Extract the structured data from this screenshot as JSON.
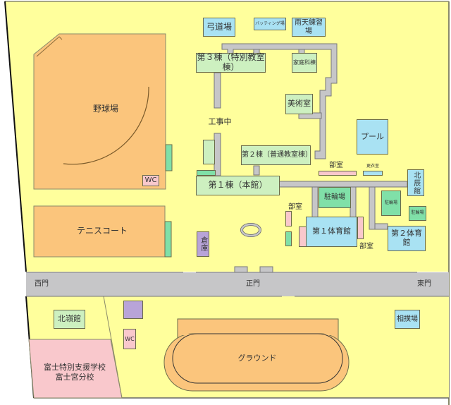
{
  "map": {
    "colors": {
      "grounds": "#ffff9c",
      "road": "#c6c6c8",
      "building_green": "#cdf0c0",
      "building_blue": "#a9e2f3",
      "club_room_pink": "#f9c8cc",
      "bike_parking_mint": "#80e0a8",
      "storage_purple": "#b8a4d8",
      "field_orange": "#fbc57c"
    },
    "buildings": {
      "kyudojo": "弓道場",
      "batting": "バッティング場",
      "rain_practice": "雨天練習場",
      "building3": "第３棟（特別教室棟）",
      "home_ec": "家庭科棟",
      "art_room": "美術室",
      "under_construction": "工事中",
      "building2": "第２棟（普通教室棟）",
      "building1": "第１棟（本館）",
      "pool": "プール",
      "club_room_top": "部室",
      "changing_room": "更衣室",
      "hokushinkan": "北辰館",
      "bike_parking_1": "駐輪場",
      "bike_parking_2": "駐輪場",
      "bike_parking_3": "駐輪場",
      "club_room_left": "部室",
      "club_room_bottom": "部室",
      "gym1": "第１体育館",
      "gym2": "第２体育館",
      "storage": "倉庫"
    },
    "fields": {
      "baseball": "野球場",
      "baseball_wc": "WC",
      "tennis": "テニスコート",
      "ground": "グラウンド"
    },
    "gates": {
      "west": "西門",
      "main": "正門",
      "east": "東門"
    },
    "south": {
      "hokureikan": "北嶺館",
      "wc": "WC",
      "special_school_line1": "富士特別支援学校",
      "special_school_line2": "富士宮分校",
      "sumo": "相撲場"
    }
  }
}
